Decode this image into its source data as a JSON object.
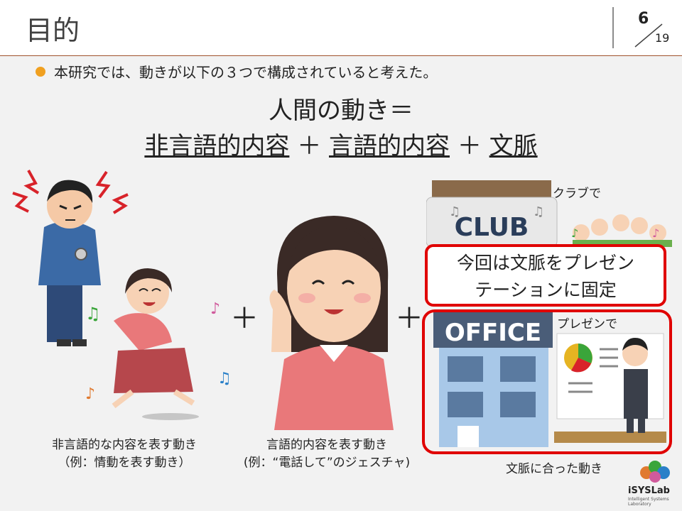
{
  "header": {
    "title": "目的",
    "page_number": "6",
    "page_total": "19"
  },
  "bullet": "本研究では、動きが以下の３つで構成されていると考えた。",
  "formula": {
    "line1": "人間の動き＝",
    "term1": "非言語的内容",
    "plus": "＋",
    "term2": "言語的内容",
    "term3": "文脈"
  },
  "captions": {
    "nonverbal_1": "非言語的な内容を表す動き",
    "nonverbal_2": "（例：情動を表す動き）",
    "verbal_1": "言語的内容を表す動き",
    "verbal_2": "(例：“電話して”のジェスチャ)",
    "context": "文脈に合った動き"
  },
  "context_scenes": {
    "club_label": "クラブで",
    "club_sign": "CLUB",
    "office_sign": "OFFICE",
    "presentation_label": "プレゼンで"
  },
  "callout": {
    "line1": "今回は文脈をプレゼン",
    "line2": "テーションに固定"
  },
  "logo": {
    "name": "iSYSLab",
    "subtitle": "Intelligent Systems Laboratory"
  }
}
